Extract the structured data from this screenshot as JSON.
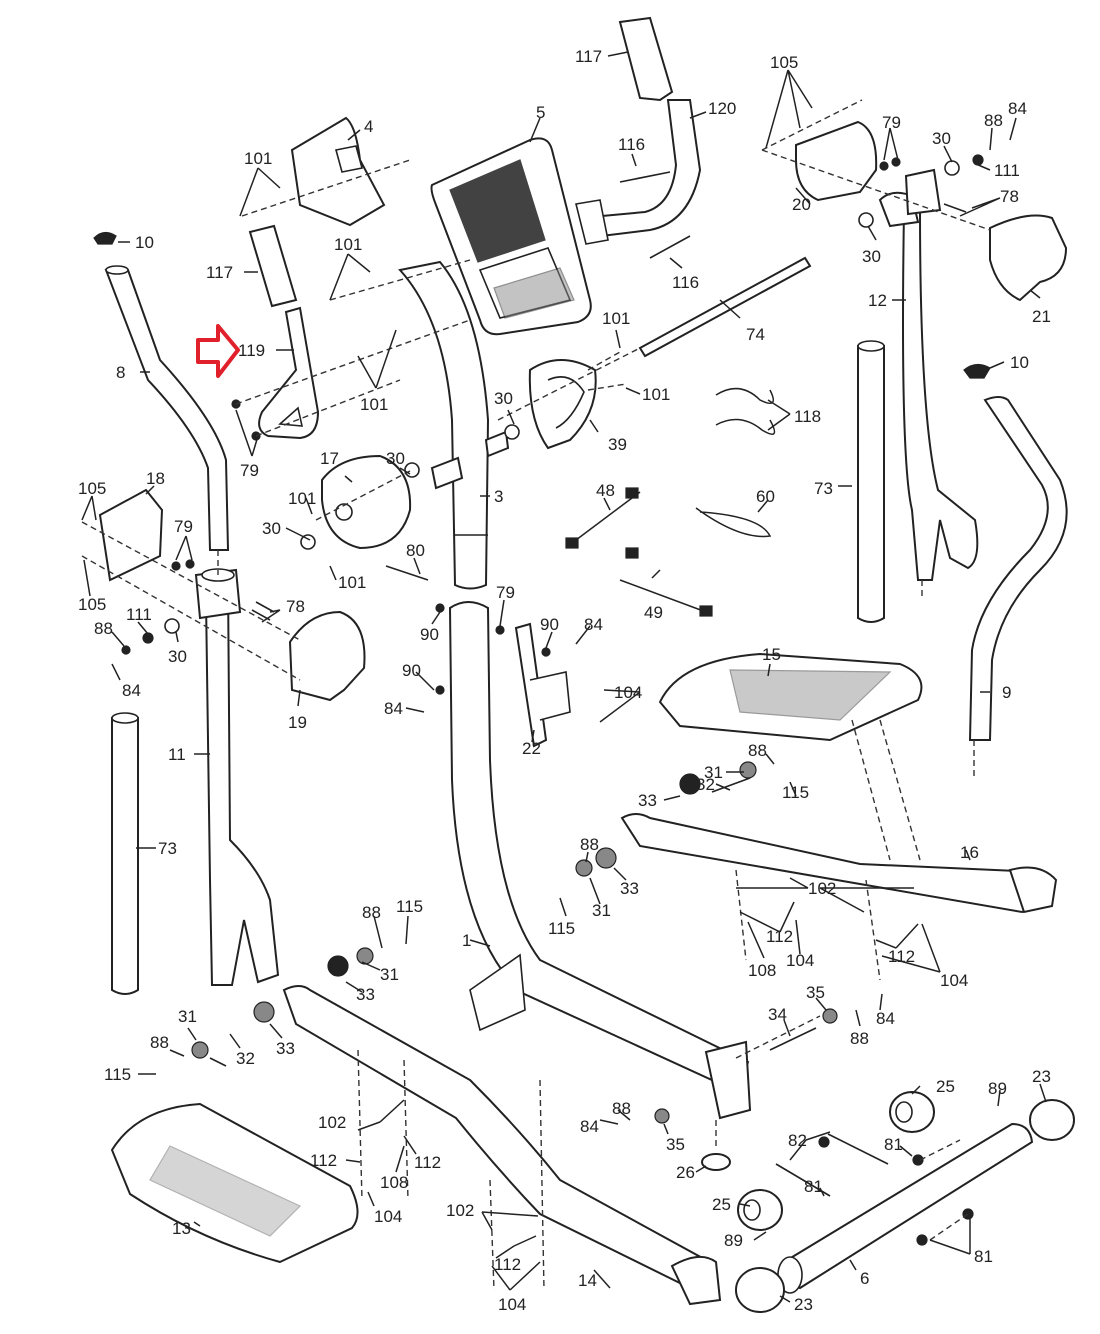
{
  "diagram": {
    "title": "Elliptical exploded parts diagram",
    "highlight": {
      "part": "119",
      "marker": "red-arrow",
      "color": "#e0202a"
    },
    "labels": [
      {
        "id": "l117a",
        "text": "117"
      },
      {
        "id": "l120",
        "text": "120"
      },
      {
        "id": "l105a",
        "text": "105"
      },
      {
        "id": "l5",
        "text": "5"
      },
      {
        "id": "l4",
        "text": "4"
      },
      {
        "id": "l101a",
        "text": "101"
      },
      {
        "id": "l116a",
        "text": "116"
      },
      {
        "id": "l79a",
        "text": "79"
      },
      {
        "id": "l88a",
        "text": "88"
      },
      {
        "id": "l84a",
        "text": "84"
      },
      {
        "id": "l30a",
        "text": "30"
      },
      {
        "id": "l111a",
        "text": "111"
      },
      {
        "id": "l20",
        "text": "20"
      },
      {
        "id": "l78a",
        "text": "78"
      },
      {
        "id": "l10a",
        "text": "10"
      },
      {
        "id": "l101b",
        "text": "101"
      },
      {
        "id": "l117b",
        "text": "117"
      },
      {
        "id": "l116b",
        "text": "116"
      },
      {
        "id": "l30b",
        "text": "30"
      },
      {
        "id": "l21",
        "text": "21"
      },
      {
        "id": "l12",
        "text": "12"
      },
      {
        "id": "l119",
        "text": "119"
      },
      {
        "id": "l8",
        "text": "8"
      },
      {
        "id": "l101c",
        "text": "101"
      },
      {
        "id": "l74",
        "text": "74"
      },
      {
        "id": "l101d",
        "text": "101"
      },
      {
        "id": "l10b",
        "text": "10"
      },
      {
        "id": "l30c",
        "text": "30"
      },
      {
        "id": "l101e",
        "text": "101"
      },
      {
        "id": "l79b",
        "text": "79"
      },
      {
        "id": "l39",
        "text": "39"
      },
      {
        "id": "l118",
        "text": "118"
      },
      {
        "id": "l17",
        "text": "17"
      },
      {
        "id": "l30d",
        "text": "30"
      },
      {
        "id": "l3",
        "text": "3"
      },
      {
        "id": "l73a",
        "text": "73"
      },
      {
        "id": "l105b",
        "text": "105"
      },
      {
        "id": "l18",
        "text": "18"
      },
      {
        "id": "l101f",
        "text": "101"
      },
      {
        "id": "l48",
        "text": "48"
      },
      {
        "id": "l60",
        "text": "60"
      },
      {
        "id": "l79c",
        "text": "79"
      },
      {
        "id": "l30e",
        "text": "30"
      },
      {
        "id": "l101g",
        "text": "101"
      },
      {
        "id": "l80",
        "text": "80"
      },
      {
        "id": "l105c",
        "text": "105"
      },
      {
        "id": "l78b",
        "text": "78"
      },
      {
        "id": "l49",
        "text": "49"
      },
      {
        "id": "l111b",
        "text": "111"
      },
      {
        "id": "l88b",
        "text": "88"
      },
      {
        "id": "l30f",
        "text": "30"
      },
      {
        "id": "l84b",
        "text": "84"
      },
      {
        "id": "l90a",
        "text": "90"
      },
      {
        "id": "l79d",
        "text": "79"
      },
      {
        "id": "l90b",
        "text": "90"
      },
      {
        "id": "l84c",
        "text": "84"
      },
      {
        "id": "l15",
        "text": "15"
      },
      {
        "id": "l19",
        "text": "19"
      },
      {
        "id": "l90c",
        "text": "90"
      },
      {
        "id": "l84d",
        "text": "84"
      },
      {
        "id": "l104a",
        "text": "104"
      },
      {
        "id": "l9",
        "text": "9"
      },
      {
        "id": "l22",
        "text": "22"
      },
      {
        "id": "l11",
        "text": "11"
      },
      {
        "id": "l88c",
        "text": "88"
      },
      {
        "id": "l31a",
        "text": "31"
      },
      {
        "id": "l32a",
        "text": "32"
      },
      {
        "id": "l115a",
        "text": "115"
      },
      {
        "id": "l33a",
        "text": "33"
      },
      {
        "id": "l16",
        "text": "16"
      },
      {
        "id": "l73b",
        "text": "73"
      },
      {
        "id": "l88d",
        "text": "88"
      },
      {
        "id": "l33b",
        "text": "33"
      },
      {
        "id": "l31b",
        "text": "31"
      },
      {
        "id": "l115b",
        "text": "115"
      },
      {
        "id": "l102a",
        "text": "102"
      },
      {
        "id": "l112a",
        "text": "112"
      },
      {
        "id": "l108a",
        "text": "108"
      },
      {
        "id": "l104b",
        "text": "104"
      },
      {
        "id": "l112b",
        "text": "112"
      },
      {
        "id": "l104c",
        "text": "104"
      },
      {
        "id": "l88e",
        "text": "88"
      },
      {
        "id": "l115c",
        "text": "115"
      },
      {
        "id": "l31c",
        "text": "31"
      },
      {
        "id": "l33c",
        "text": "33"
      },
      {
        "id": "l1",
        "text": "1"
      },
      {
        "id": "l35a",
        "text": "35"
      },
      {
        "id": "l84e",
        "text": "84"
      },
      {
        "id": "l31d",
        "text": "31"
      },
      {
        "id": "l88f",
        "text": "88"
      },
      {
        "id": "l34",
        "text": "34"
      },
      {
        "id": "l88g",
        "text": "88"
      },
      {
        "id": "l32b",
        "text": "32"
      },
      {
        "id": "l33d",
        "text": "33"
      },
      {
        "id": "l115d",
        "text": "115"
      },
      {
        "id": "l25a",
        "text": "25"
      },
      {
        "id": "l89a",
        "text": "89"
      },
      {
        "id": "l23a",
        "text": "23"
      },
      {
        "id": "l102b",
        "text": "102"
      },
      {
        "id": "l112c",
        "text": "112"
      },
      {
        "id": "l112d",
        "text": "112"
      },
      {
        "id": "l108b",
        "text": "108"
      },
      {
        "id": "l104d",
        "text": "104"
      },
      {
        "id": "l88h",
        "text": "88"
      },
      {
        "id": "l84f",
        "text": "84"
      },
      {
        "id": "l35b",
        "text": "35"
      },
      {
        "id": "l82",
        "text": "82"
      },
      {
        "id": "l81a",
        "text": "81"
      },
      {
        "id": "l26",
        "text": "26"
      },
      {
        "id": "l13",
        "text": "13"
      },
      {
        "id": "l25b",
        "text": "25"
      },
      {
        "id": "l81b",
        "text": "81"
      },
      {
        "id": "l102c",
        "text": "102"
      },
      {
        "id": "l89b",
        "text": "89"
      },
      {
        "id": "l112e",
        "text": "112"
      },
      {
        "id": "l14",
        "text": "14"
      },
      {
        "id": "l6",
        "text": "6"
      },
      {
        "id": "l81c",
        "text": "81"
      },
      {
        "id": "l104e",
        "text": "104"
      },
      {
        "id": "l23b",
        "text": "23"
      }
    ]
  }
}
